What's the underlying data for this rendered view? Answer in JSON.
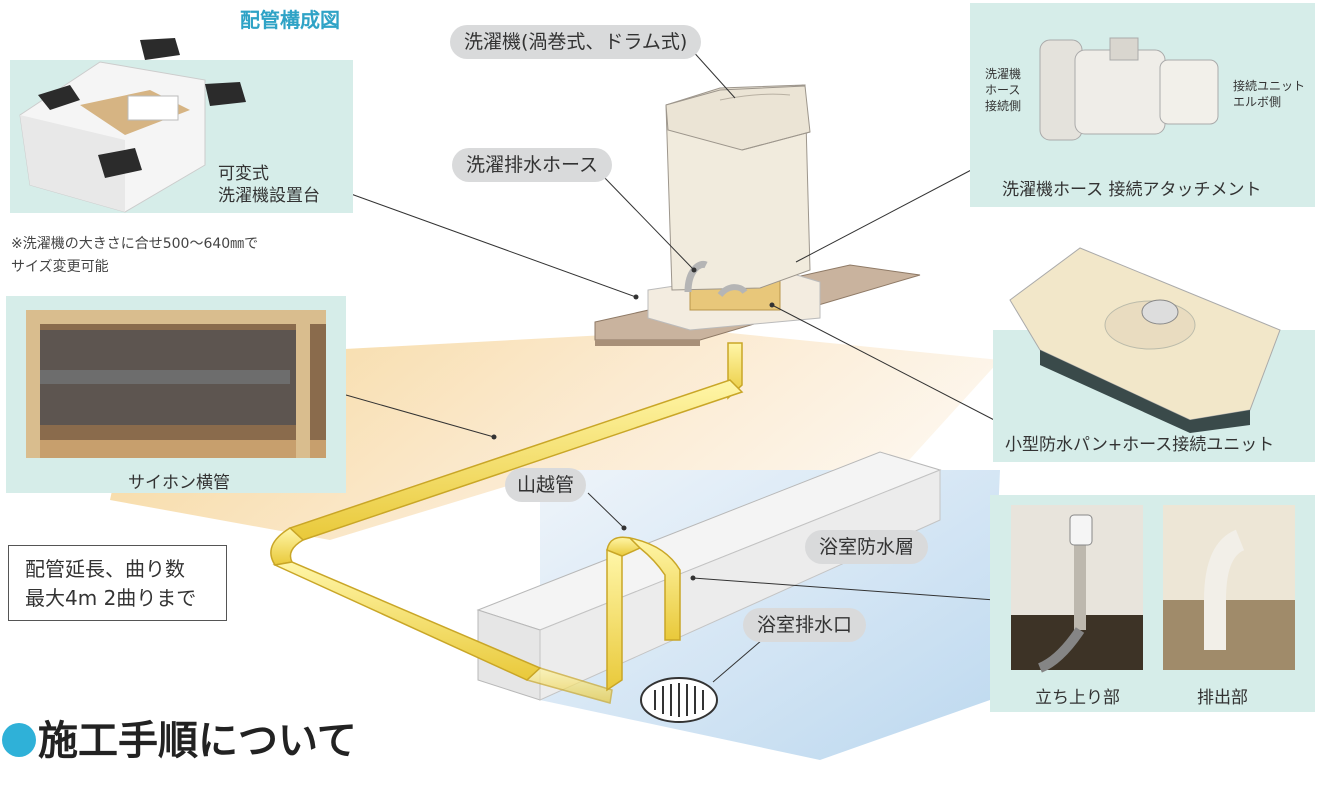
{
  "title": "配管構成図",
  "labels": {
    "washer": "洗濯機(渦巻式、ドラム式)",
    "drain_hose": "洗濯排水ホース",
    "yamakoshi": "山越管",
    "bath_waterproof": "浴室防水層",
    "bath_drain": "浴室排水口"
  },
  "stand": {
    "caption_line1": "可変式",
    "caption_line2": "洗濯機設置台",
    "note_line1": "※洗濯機の大きさに合せ500〜640㎜で",
    "note_line2": "サイズ変更可能"
  },
  "siphon": {
    "caption": "サイホン横管"
  },
  "spec": {
    "line1": "配管延長、曲り数",
    "line2": "最大4m 2曲りまで"
  },
  "attachment": {
    "caption": "洗濯機ホース 接続アタッチメント",
    "left_l1": "洗濯機",
    "left_l2": "ホース",
    "left_l3": "接続側",
    "right_l1": "接続ユニット",
    "right_l2": "エルボ側"
  },
  "pan": {
    "caption": "小型防水パン+ホース接続ユニット"
  },
  "outlet": {
    "caption_rise": "立ち上り部",
    "caption_exit": "排出部"
  },
  "section_heading": "施工手順について",
  "colors": {
    "accent_blue": "#2fa3c6",
    "pipe_yellow": "#f3e04e",
    "photo_bg": "#d6ede9"
  }
}
